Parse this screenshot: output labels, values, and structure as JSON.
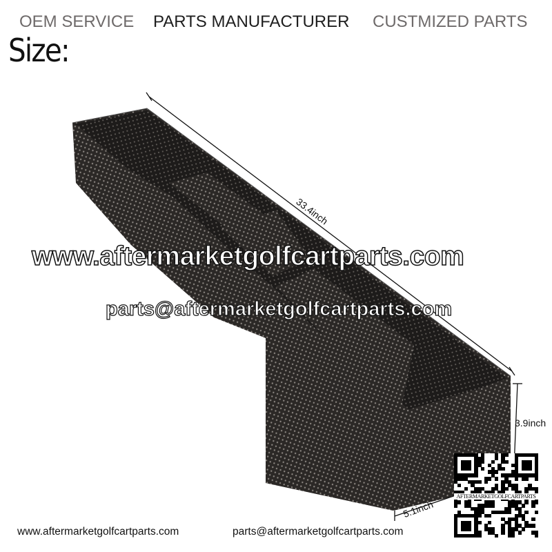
{
  "header": {
    "tagline_1": "OEM SERVICE",
    "tagline_2": "PARTS MANUFACTURER",
    "tagline_3": "CUSTMIZED PARTS",
    "title": "Size:"
  },
  "dimensions": {
    "length": "33.4inch",
    "height": "3.9inch",
    "width": "5.1inch"
  },
  "watermark": {
    "website": "www.aftermarketgolfcartparts.com",
    "email": "parts@aftermarketgolfcartparts.com"
  },
  "qr_code": {
    "label": "AFTERMARKETGOLFCARTPARTS"
  },
  "footer": {
    "website": "www.aftermarketgolfcartparts.com",
    "email": "parts@aftermarketgolfcartparts.com"
  },
  "colors": {
    "basket": "#2b2826",
    "tagline_gray": "#6e6a6a"
  }
}
